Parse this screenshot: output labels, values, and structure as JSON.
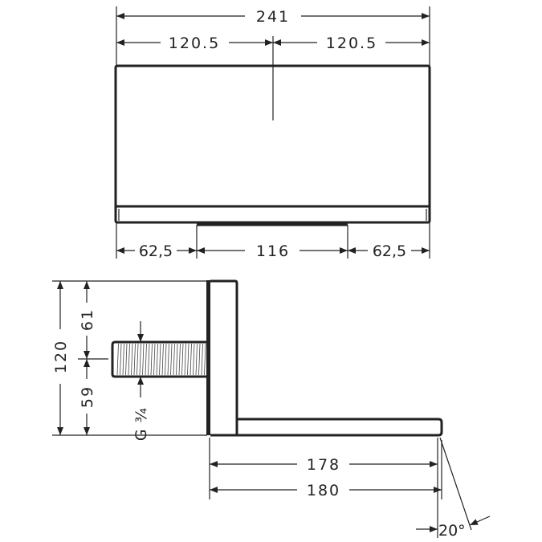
{
  "front_view": {
    "overall_width": "241",
    "half_left": "120.5",
    "half_right": "120.5",
    "bottom_left": "62,5",
    "bottom_center": "116",
    "bottom_right": "62,5"
  },
  "side_view": {
    "overall_height": "120",
    "upper_height": "61",
    "lower_height": "59",
    "thread": "G ¾",
    "depth_inner": "178",
    "depth_outer": "180",
    "angle": "20°"
  },
  "colors": {
    "line": "#222222",
    "background": "#ffffff"
  }
}
